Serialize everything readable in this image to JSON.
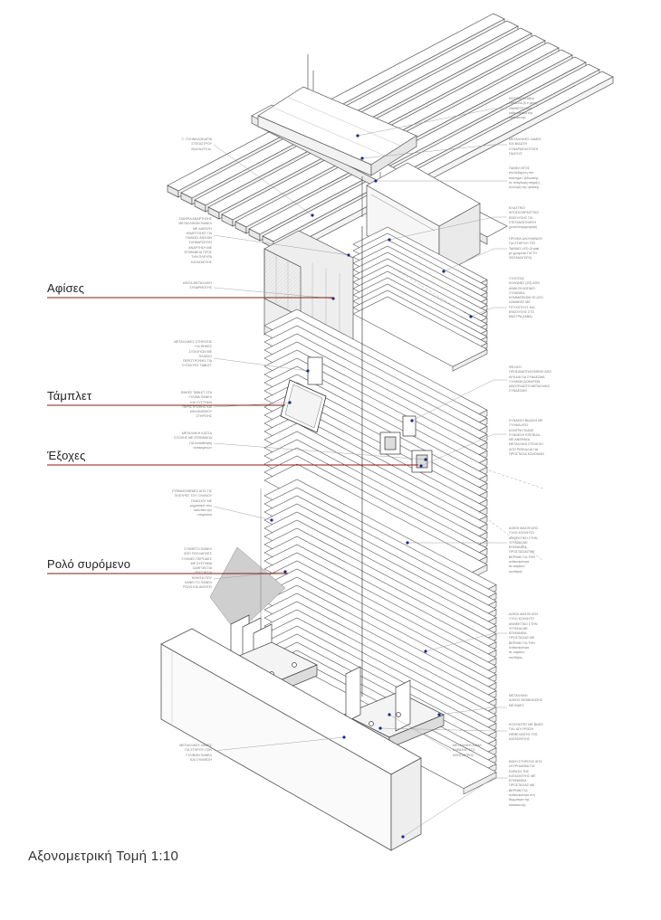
{
  "title": "Αξονομετρική Τομή 1:10",
  "callouts": {
    "afises": "Αφίσες",
    "tamplet": "Τάμπλετ",
    "exoxes": "Έξοχες",
    "rolo": "Ρολό συρόμενο"
  },
  "colors": {
    "callout_line": "#8b1a1a",
    "leader": "#9a9a9a",
    "stroke": "#555555",
    "accent_dot": "#1a2a8a"
  },
  "notes_right": [
    "ΦΩΤΟΒΟΛΤΑΪΚΑ\nΠΑΝΕΛΑ (9 x μέση\n2W/ΜΕΤΡ.) ανά\nκάθε πανέλο της\nκατασκευής",
    "ΜΕΤΑΛΛΙΚΕΣ ΛΑΜΕΣ\nΚΑΙ ΒΙΔΩΤΗ\nΣΥΝΑΡΜΟΛΟΓΗΣΗ\nΠΑΧΟΥΣ",
    "ΠΑΝΕΛ ΝΤΟΣ\nσυνδεδεμένη στο\nσύστημα Ι βιδωτικής\nσε ανάγλυφη στήριξη\nσυλλογή της ηλίασης",
    "ΕΛΑΣΤΙΚΟ\nΑΠΟΣΚΛΗΡΩΣΤΙΚΟ\nΕΝΙΣΧΥΣΗΣ ΓΙΑ\nΣΤΕΓΑΝΟΠΟΙΗΣΗ\n(μεταλ/περιμετρικά)",
    "ΠΡΟΦΙΛ ΑΛΟΥΜΙΝΙΟΥ\nΓΙΑ ΣΤΗΡΙΞΗ ΤΗΣ\nΤΑΙΝΙΑΣ LED (5 watt\nμε χρώματα ΓΙΑ ΤΗ\nΦΩΤΑΝΑΓΩΓΗ)",
    "ΞΥΛΟΤΑΙΣ\nΚΟΛΩΝΕΣ (2Ο) ΑΠΟ\nΑΝΑΚΥΚΛΩΣΙΜΟ\nΞΥΛΑΝΙΚΑ\nΚΟΜΜΑΤΙΚΩΝ ΣΕ ΔΥΟ\nΛΑΜΑΚΕΣ ΜΕ\nΠΤΥΧΩΤΟΥΣ ΚΑΙ\nΕΝΙΣΧΥΣΗΣ ΣΤΟ\nΜΑΣΤΡΑ (ΙΑΒΑ)",
    "ΦΕΛΙΖΟ\nΠΡΟΣΑΝΑΤΟΛΙΣΜΕΝΟ ΑΠΟ\nΑΡΧΑΙΑ ΓΙΑ ΣΥΝΔΕΣΜΑ\nΞΥΛΙΝΩΝ ΔΟΚΑΡΩΝ\nΑΝΟΞΕΙΔΩΤΟ ΜΕΤΑΛΛΙΚΟ\nΣΥΝΔΕΣΜΟ",
    "ΣΥΝΔΕΣΗ ΒΙΔΩΣΗ ΜΕ\nΞΥΛΙΝΑ ΑΠΟ\nΚΟΝΤΡΑ ΠΛΑΚΕ\nΣΥΝΘΕΣΗ ΕΠΙΠΕΔΑ\nΜΕ ΑΝΘΡΑΚΑ\nΜΕΤΑΛΛΙΚΑ ΣΤΕΛΕΧΗ\nΑΠΟ ΡΙΖΙΚΑΛΙΑ ΓΙΑ\nΠΡΟΣΤΑΣΙΑ ΚΟΛΩΝΩΝ",
    "ΔΟΚΟΙ ΜΑΣΙΦ ΑΠΟ\nΞΥΛΟ ΚΟΛΛΗΤΟ\nΑΝΘΕΚΤΙΚΟ ΣΤΗΝ\nΥΓΡΑΣΙΑ ΜΕ\nΕΠΙΦΑΝΕΙΑ\nΠΡΟΣΤΑΣΙΑΣ ΜΕ\nΒΕΡΝΙΚΙ ΓΙΑ ΤΗΝ\nανθεκτικότητα\nσε καιρικές\nσυνθήκες",
    "ΔΟΚΟΙ ΜΑΣΙΦ ΑΠΟ\nΞΥΛΟ ΚΟΛΛΗΤΟ\nΑΝΘΕΚΤΙΚΟ ΣΤΗΝ\nΥΓΡΑΣΙΑ ΜΕ\nΕΠΙΦΑΝΕΙΑ\nΠΡΟΣΤΑΣΙΑΣ ΜΕ\nΒΕΡΝΙΚΙ ΓΙΑ ΤΗΝ\nανθεκτικότητα\nσε καιρικές\nσυνθήκες",
    "ΜΕΤΑΛΛΙΚΗ\nΔΟΚΟΣ ΘΕΜΕΛΙΩΣΗΣ\nΜΕ ΒΙΔΕΣ",
    "ΚΟΧΛΙΩΤΕΣ ΜΕ ΒΙΔΕΣ\nΓΙΑ Ι ΑΓΚΥΡΩΣΗ\nΘΕΜΕΛΙΩΣΗΣ ΤΗΣ\nΚΑΤΑΣΚΕΥΗΣ",
    "ΒΑΣΗ ΣΤΗΡΙΞΗΣ ΑΠΟ\nΣΚΥΡΟΔΕΜΑ ΓΙΑ\nΕΔΡΑΣΗ ΤΗΣ\nΚΑΤΑΣΚΕΥΗΣ ΜΕ\nΕΠΙΦΑΝΕΙΑ\nΠΡΟΣΤΑΣΙΑΣ ΜΕ\nΒΕΡΝΙΚΙ ΓΙΑ\nανθεκτικότητα στη\nθερμότητα της\nκατασκευής"
  ],
  "notes_left": [
    "Ξ. ΞΥΛΙΝΑ ΔΟΚΑΡΙΑ\nΣΤΕΓΑΣΤΡΟΥ\n20x10x270 εκ.",
    "ΣΙΔΗΡΙΑ ΑΝΑΡΤΗΣΗΣ\nΜΕΤΑΛΛΙΚΩΝ ΠΑΝΕΛ\nΜΕ ΔΙΑΤΑΞΗ\nΑΝΑΡΤΗΣΗΣ ΓΙΑ\nΠΛΑΚΕΣ ΑΦΙΣΩΝ\nΣΧΗΜΑΤΙΖΟΥΝ\nΑΝΑΡΤΗΣΗ ΜΕ\nΕΠΙΦΑΝΕΙΑ ΠΡΟΣ\nΤΗΝ ΠΛΕΥΡΑ\nΚΑΤΑΣΚΕΥΗΣ",
    "ΑΦΙΣΑ ΜΕΤΑΛΛΙΚΗ\nΣΥΝΑΡΜΟΓΗΣ",
    "ΜΕΤΑΛΛΙΚΕΣ ΣΤΗΡΙΞΕΙΣ\nΓΙΑ ΘΗΚΕΣ\nΣΥΣΚΕΥΩΝ ΜΕ\nΠΛΑΙΣΙΟ\nΠΕΡΙΣΤΡΟΦΗΣ ΓΙΑ\nΣΥΣΚΕΥΕΣ TABLET",
    "ΘΗΚΕΣ TABLET ΣΤΑ\nΞΥΛΙΝΑ ΠΑΝΕΛ\nΚΑΙ ΣΥΣΤΗΜΑ\nΠΕΡΙΣΤΡΟΦΗΣ ΚΑΙ\nΜΗΧΑΝΙΣΜΟΥ\nΣΤΗΡΙΞΗΣ",
    "ΜΕΤΑΛΛΙΚΗ ΚΑΣΣΑ\nΕΞΟΧΗΣ ΜΕ ΕΠΙΦΑΝΕΙΑ\nΓΙΑ τοποθέτηση\nαντικειμένων",
    "ΡΥΘΜΙΖΟΜΕΝΕΣ ΑΠΟ ΤΙΣ\nΠΛΕΥΡΕΣ ΤΟΥ ΞΥΛΙΝΟΥ\nΠΛΑΙΣΙΟΥ ΜΕ\nμηχανισμό που\nκαλύπτει την\nεπιφάνεια",
    "ΣΥΝΘΕΤΟ ΠΑΝΕΛ\nΑΠΟ ΠΟΛΛΑΠΛΕΣ\nΞΥΛΙΝΕΣ ΠΕΡΣΙΔΕΣ\nΜΕ ΣΥΣΤΗΜΑ\nΟΔΗΓΩΝ ΓΙΑ\nΟΡΙΖΟΝΤΙΑ\nΚΙΝΗΣΗ ΠΟΥ\nΚΑΝΕΙ ΤΟ ΠΑΝΕΛ\nΡΟΛΟ ΚΑΙ ΑΝΟΙΓΕΙ",
    "ΜΕΤΑΛΛΙΚΕΣ ΛΑΜΕΣ\nΓΙΑ ΣΤΗΡΙΞΗ ΤΩΝ\nΞΥΛΙΝΩΝ ΠΑΝΕΛ\nΚΑΙ ΣΥΝΘΕΣΗ",
    "ΜΕΤΑΛΛΙΚΗ ΛΑΜΑ\nΕΔΡΑΣΗΣ ΣΤΟ\nΚΑΤΩ ΜΕΡΟΣ"
  ]
}
